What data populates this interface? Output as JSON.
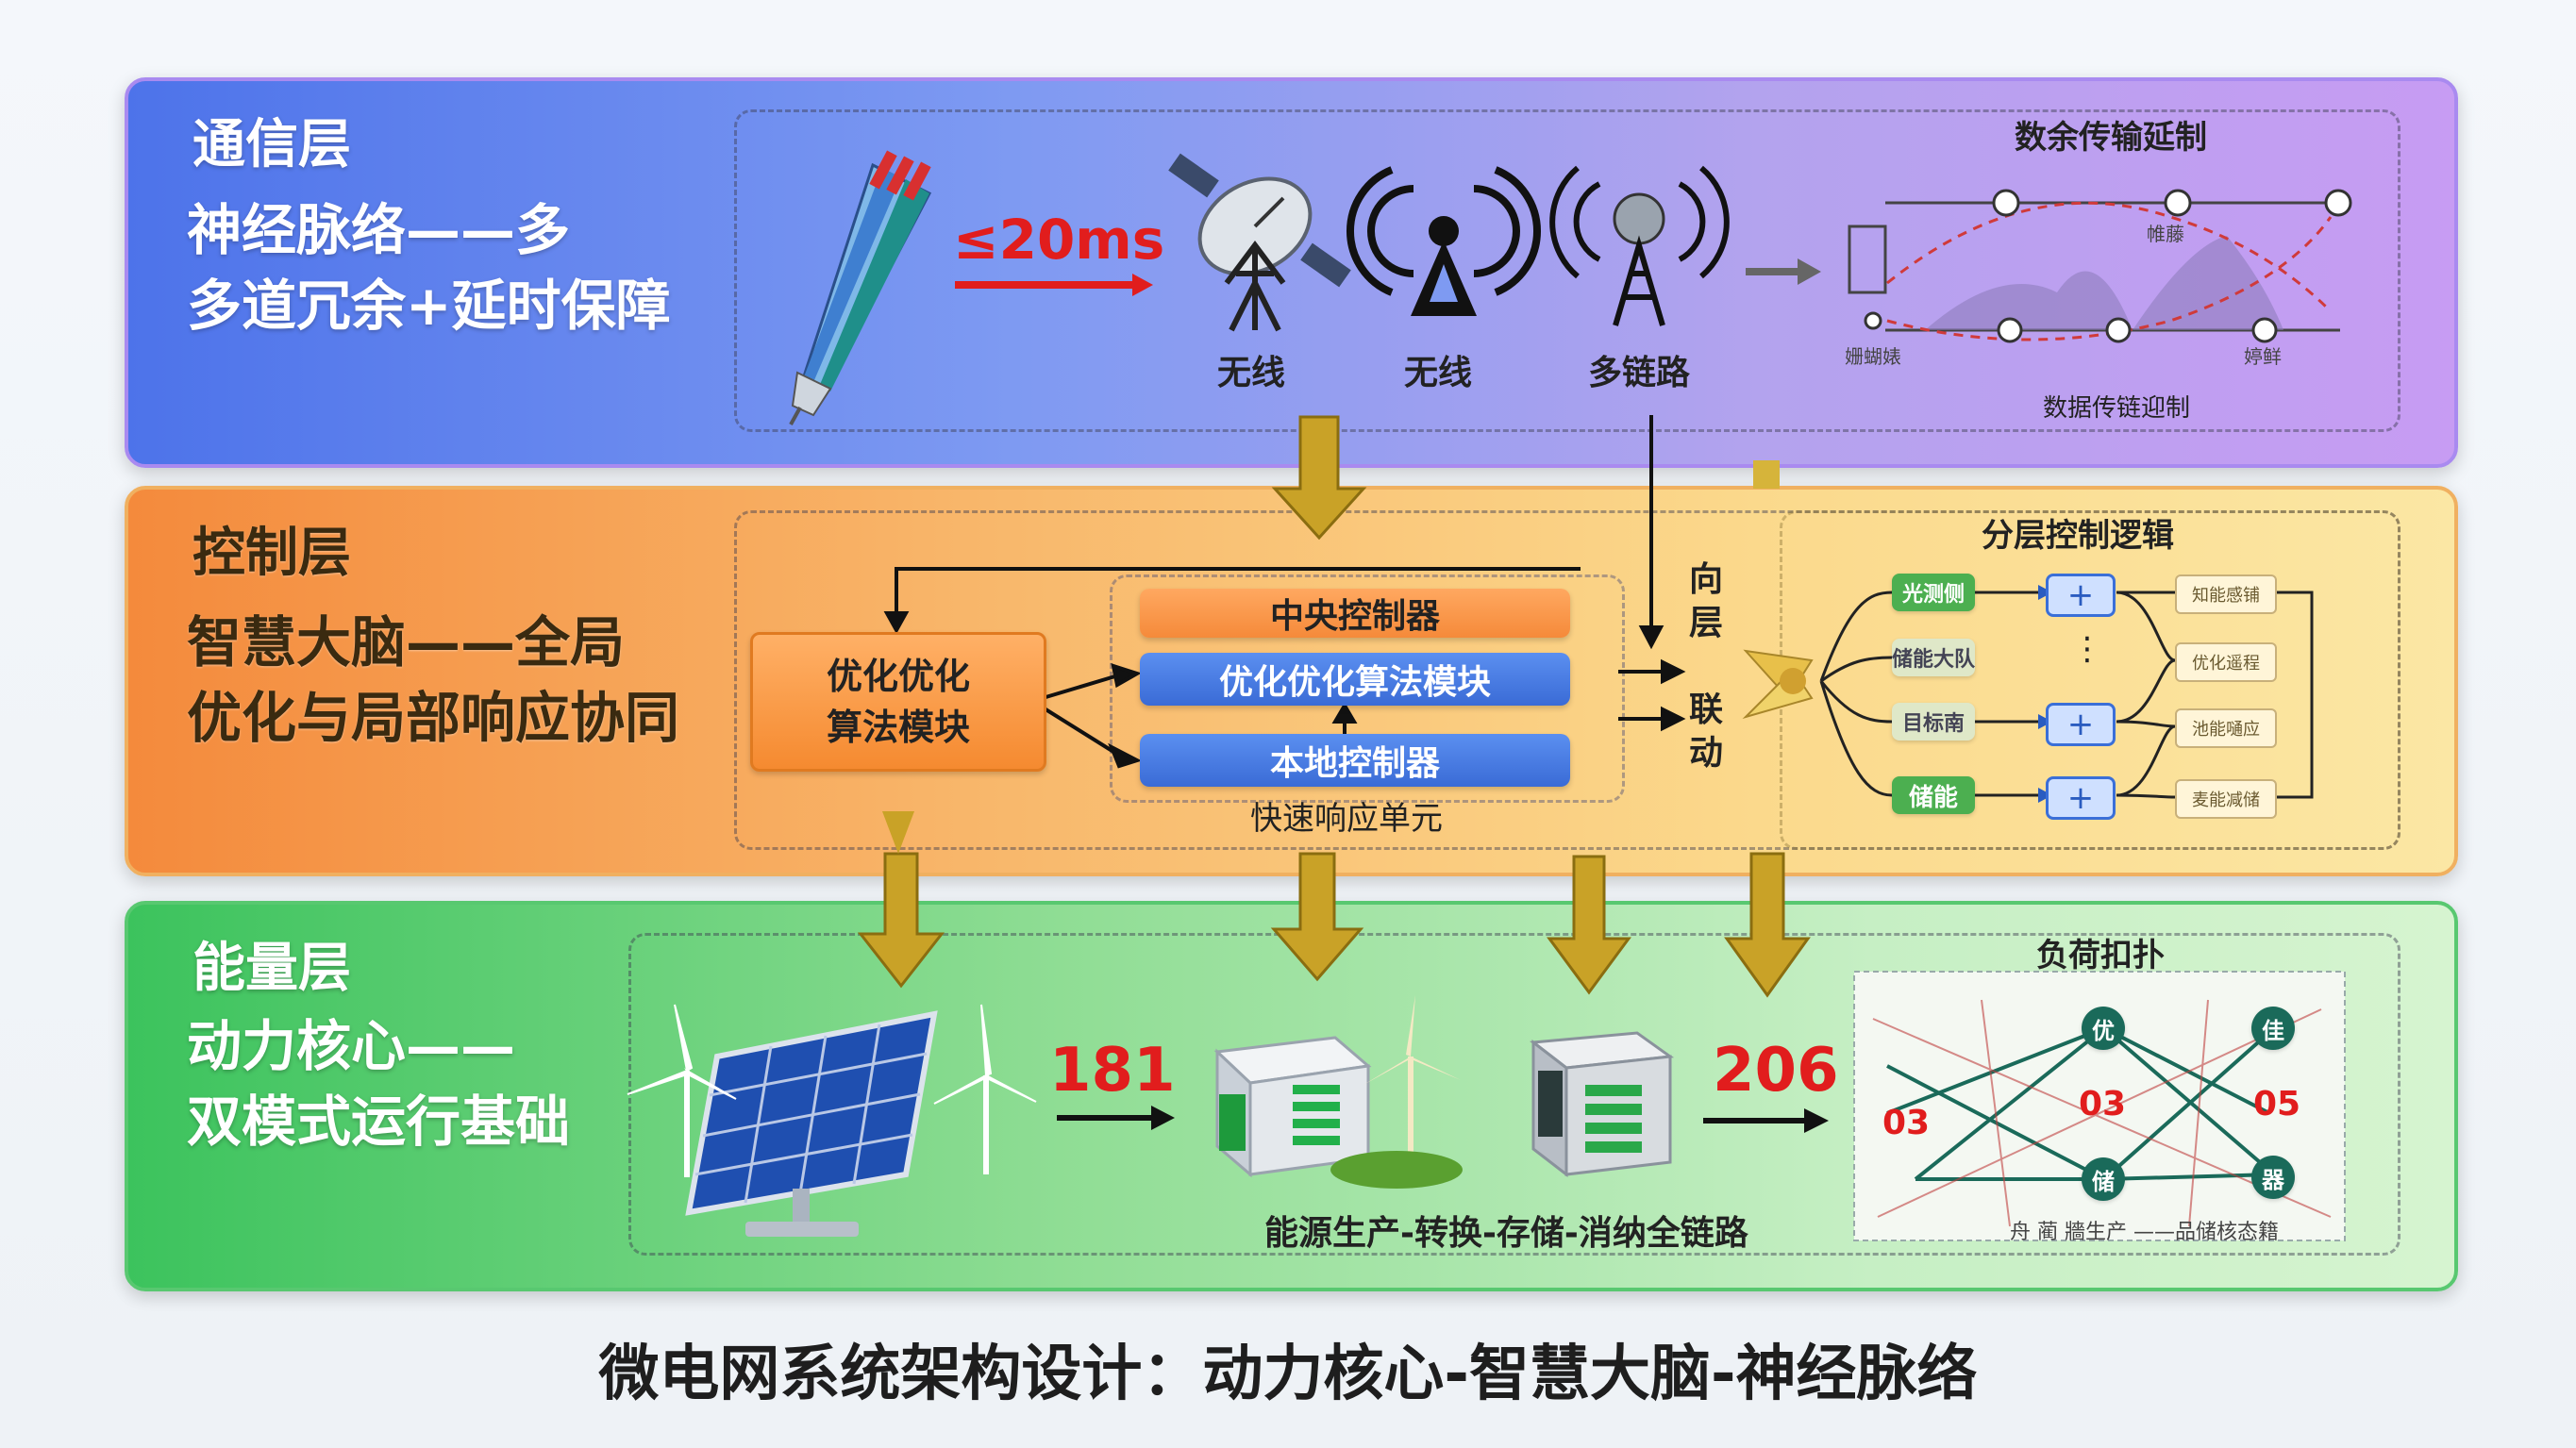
{
  "comm": {
    "title": "通信层",
    "desc_line1": "神经脉络——多",
    "desc_line2": "多道冗余+延时保障",
    "latency": "≤20ms",
    "icon1_label": "无线",
    "icon2_label": "无线",
    "icon3_label": "多链路",
    "panel_title": "数余传输延制",
    "panel_caption": "数据传链迎制",
    "panel_node_labels": [
      "姗蝴婊",
      "帷藤",
      "婷鲜"
    ]
  },
  "ctrl": {
    "title": "控制层",
    "desc_line1": "智慧大脑——全局",
    "desc_line2": "优化与局部响应协同",
    "algo_box_line1": "优化优化",
    "algo_box_line2": "算法模块",
    "central": "中央控制器",
    "opt_module": "优化优化算法模块",
    "local": "本地控制器",
    "fast_unit": "快速响应单元",
    "vertical_label": "向层联动",
    "vertical_chars": [
      "向",
      "层",
      "联",
      "动"
    ],
    "logic_title": "分层控制逻辑",
    "logic_inputs": [
      "光测侧",
      "储能大队",
      "目标南",
      "储能"
    ],
    "logic_outputs": [
      "知能感铺",
      "优化遥程",
      "池能嗵应",
      "麦能减储"
    ],
    "logic_dots": "⋮"
  },
  "energy": {
    "title": "能量层",
    "desc_line1": "动力核心——",
    "desc_line2": "双模式运行基础",
    "num1": "181",
    "num2": "206",
    "chain_label": "能源生产-转换-存储-消纳全链路",
    "topo_title": "负荷扣扑",
    "topo_nums": [
      "03",
      "03",
      "05"
    ],
    "topo_nodes": [
      "优",
      "佳",
      "储",
      "器"
    ],
    "topo_caption": "舟 蔺 牆生产 ——品储核态籍"
  },
  "footer": "微电网系统架构设计：动力核心-智慧大脑-神经脉络",
  "colors": {
    "comm_start": "#4d73ea",
    "comm_end": "#c79cf3",
    "ctrl_start": "#f48a3c",
    "ctrl_end": "#fbe7a4",
    "energy_start": "#3cc35d",
    "energy_end": "#d6f4d0",
    "accent_red": "#e11d1d",
    "gold_arrow": "#c9a227"
  }
}
